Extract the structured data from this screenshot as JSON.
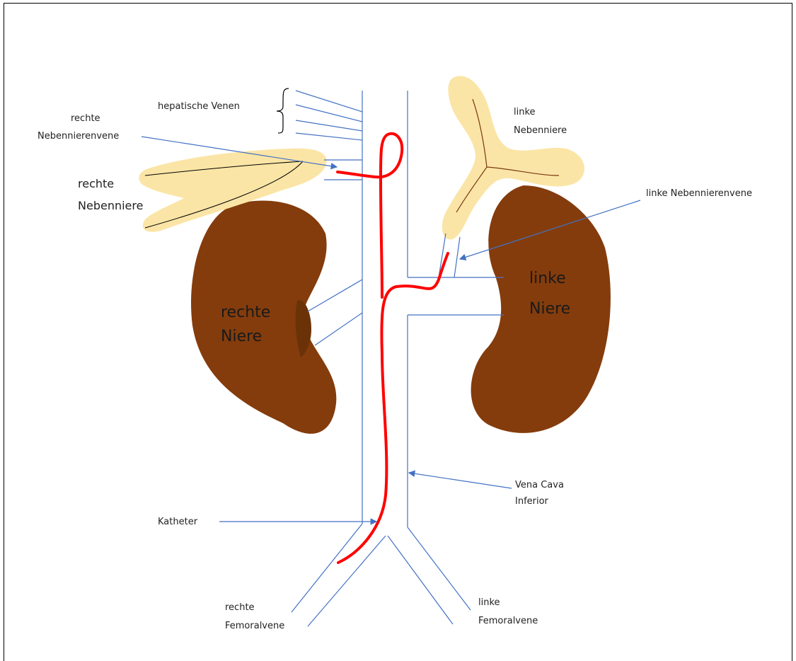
{
  "labels": {
    "hepatic_veins": "hepatische Venen",
    "right_adrenal_vein_1": "rechte",
    "right_adrenal_vein_2": "Nebennierenvene",
    "right_adrenal_1": "rechte",
    "right_adrenal_2": "Nebenniere",
    "left_adrenal_1": "linke",
    "left_adrenal_2": "Nebenniere",
    "left_adrenal_vein": "linke Nebennierenvene",
    "right_kidney_1": "rechte",
    "right_kidney_2": "Niere",
    "left_kidney_1": "linke",
    "left_kidney_2": "Niere",
    "ivc_1": "Vena Cava",
    "ivc_2": "Inferior",
    "catheter": "Katheter",
    "right_femoral_1": "rechte",
    "right_femoral_2": "Femoralvene",
    "left_femoral_1": "linke",
    "left_femoral_2": "Femoralvene"
  },
  "colors": {
    "kidney": "#843c0c",
    "adrenal": "#fbe5a6",
    "vein": "#4472c4",
    "catheter": "#ff0000"
  }
}
